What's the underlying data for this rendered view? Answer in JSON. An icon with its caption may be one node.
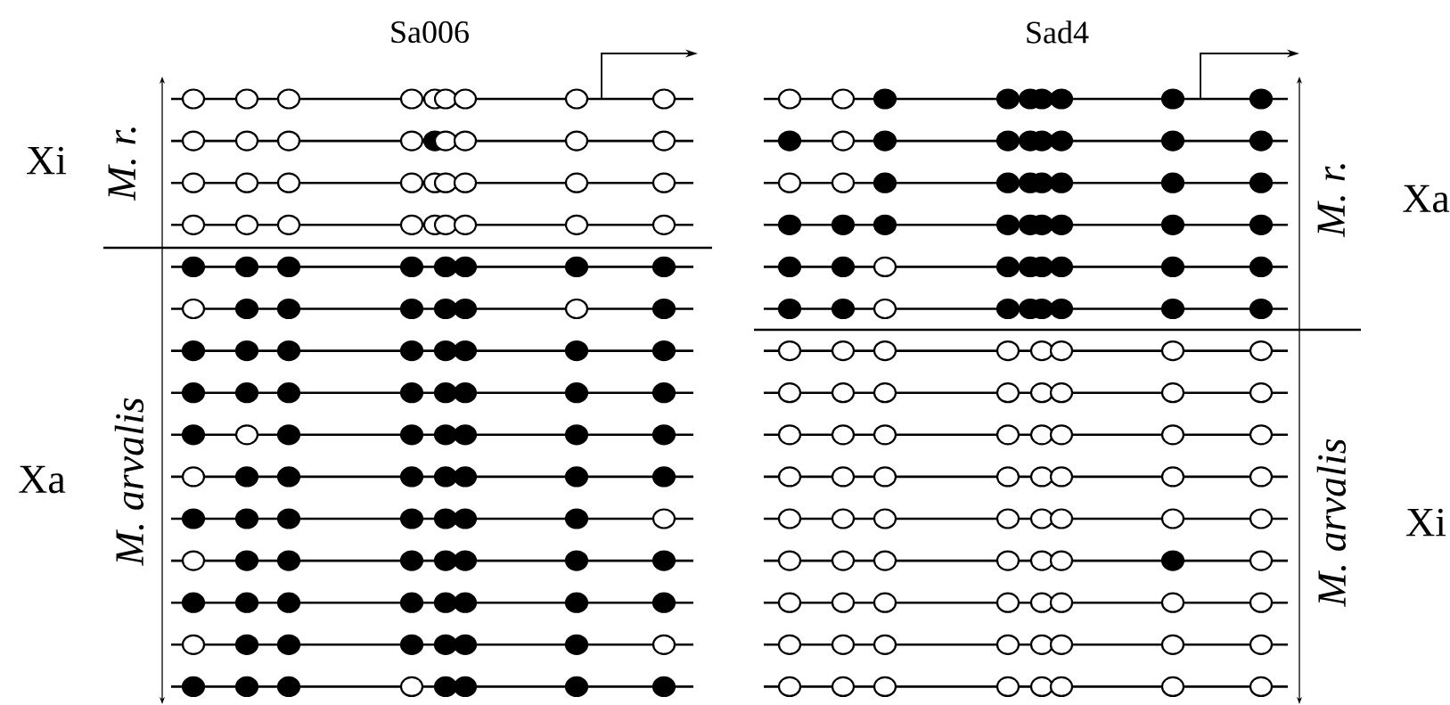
{
  "diagram": {
    "labels": [
      "Sa006",
      "Sad4",
      "Xi",
      "M. r.",
      "M. r.",
      "Xa",
      "Xa",
      "M. arvalis",
      "M. arvalis",
      "Xi"
    ]
  }
}
